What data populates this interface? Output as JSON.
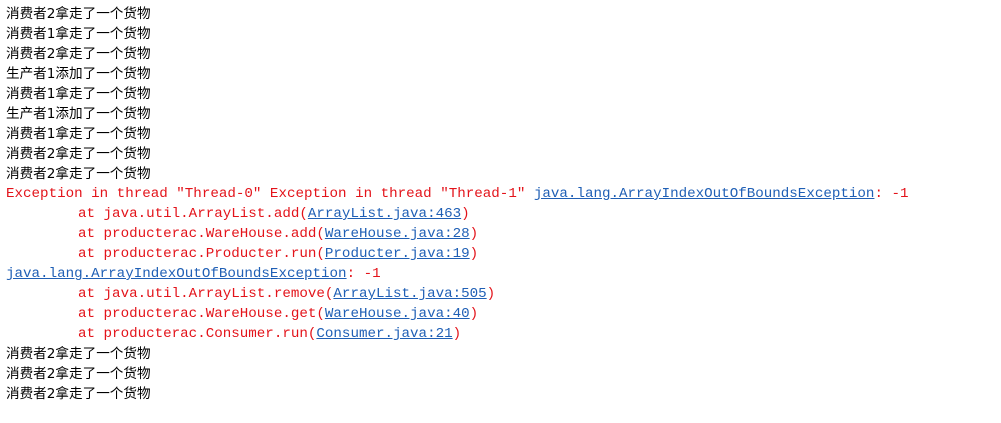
{
  "console": {
    "output_before": [
      "消费者2拿走了一个货物",
      "消费者1拿走了一个货物",
      "消费者2拿走了一个货物",
      "生产者1添加了一个货物",
      "消费者1拿走了一个货物",
      "生产者1添加了一个货物",
      "消费者1拿走了一个货物",
      "消费者2拿走了一个货物",
      "消费者2拿走了一个货物"
    ],
    "exception_line": {
      "prefix": "Exception in thread \"Thread-0\" Exception in thread \"Thread-1\" ",
      "exception_link": "java.lang.ArrayIndexOutOfBoundsException",
      "suffix": ": -1"
    },
    "trace1": [
      {
        "prefix": "at java.util.ArrayList.add(",
        "link": "ArrayList.java:463",
        "suffix": ")"
      },
      {
        "prefix": "at producterac.WareHouse.add(",
        "link": "WareHouse.java:28",
        "suffix": ")"
      },
      {
        "prefix": "at producterac.Producter.run(",
        "link": "Producter.java:19",
        "suffix": ")"
      }
    ],
    "second_exception": {
      "exception_link": "java.lang.ArrayIndexOutOfBoundsException",
      "suffix": ": -1"
    },
    "trace2": [
      {
        "prefix": "at java.util.ArrayList.remove(",
        "link": "ArrayList.java:505",
        "suffix": ")"
      },
      {
        "prefix": "at producterac.WareHouse.get(",
        "link": "WareHouse.java:40",
        "suffix": ")"
      },
      {
        "prefix": "at producterac.Consumer.run(",
        "link": "Consumer.java:21",
        "suffix": ")"
      }
    ],
    "output_after": [
      "消费者2拿走了一个货物",
      "消费者2拿走了一个货物",
      "消费者2拿走了一个货物"
    ]
  },
  "colors": {
    "stdout": "#000000",
    "stderr": "#e3131a",
    "link": "#1f5fb5",
    "background": "#ffffff"
  }
}
